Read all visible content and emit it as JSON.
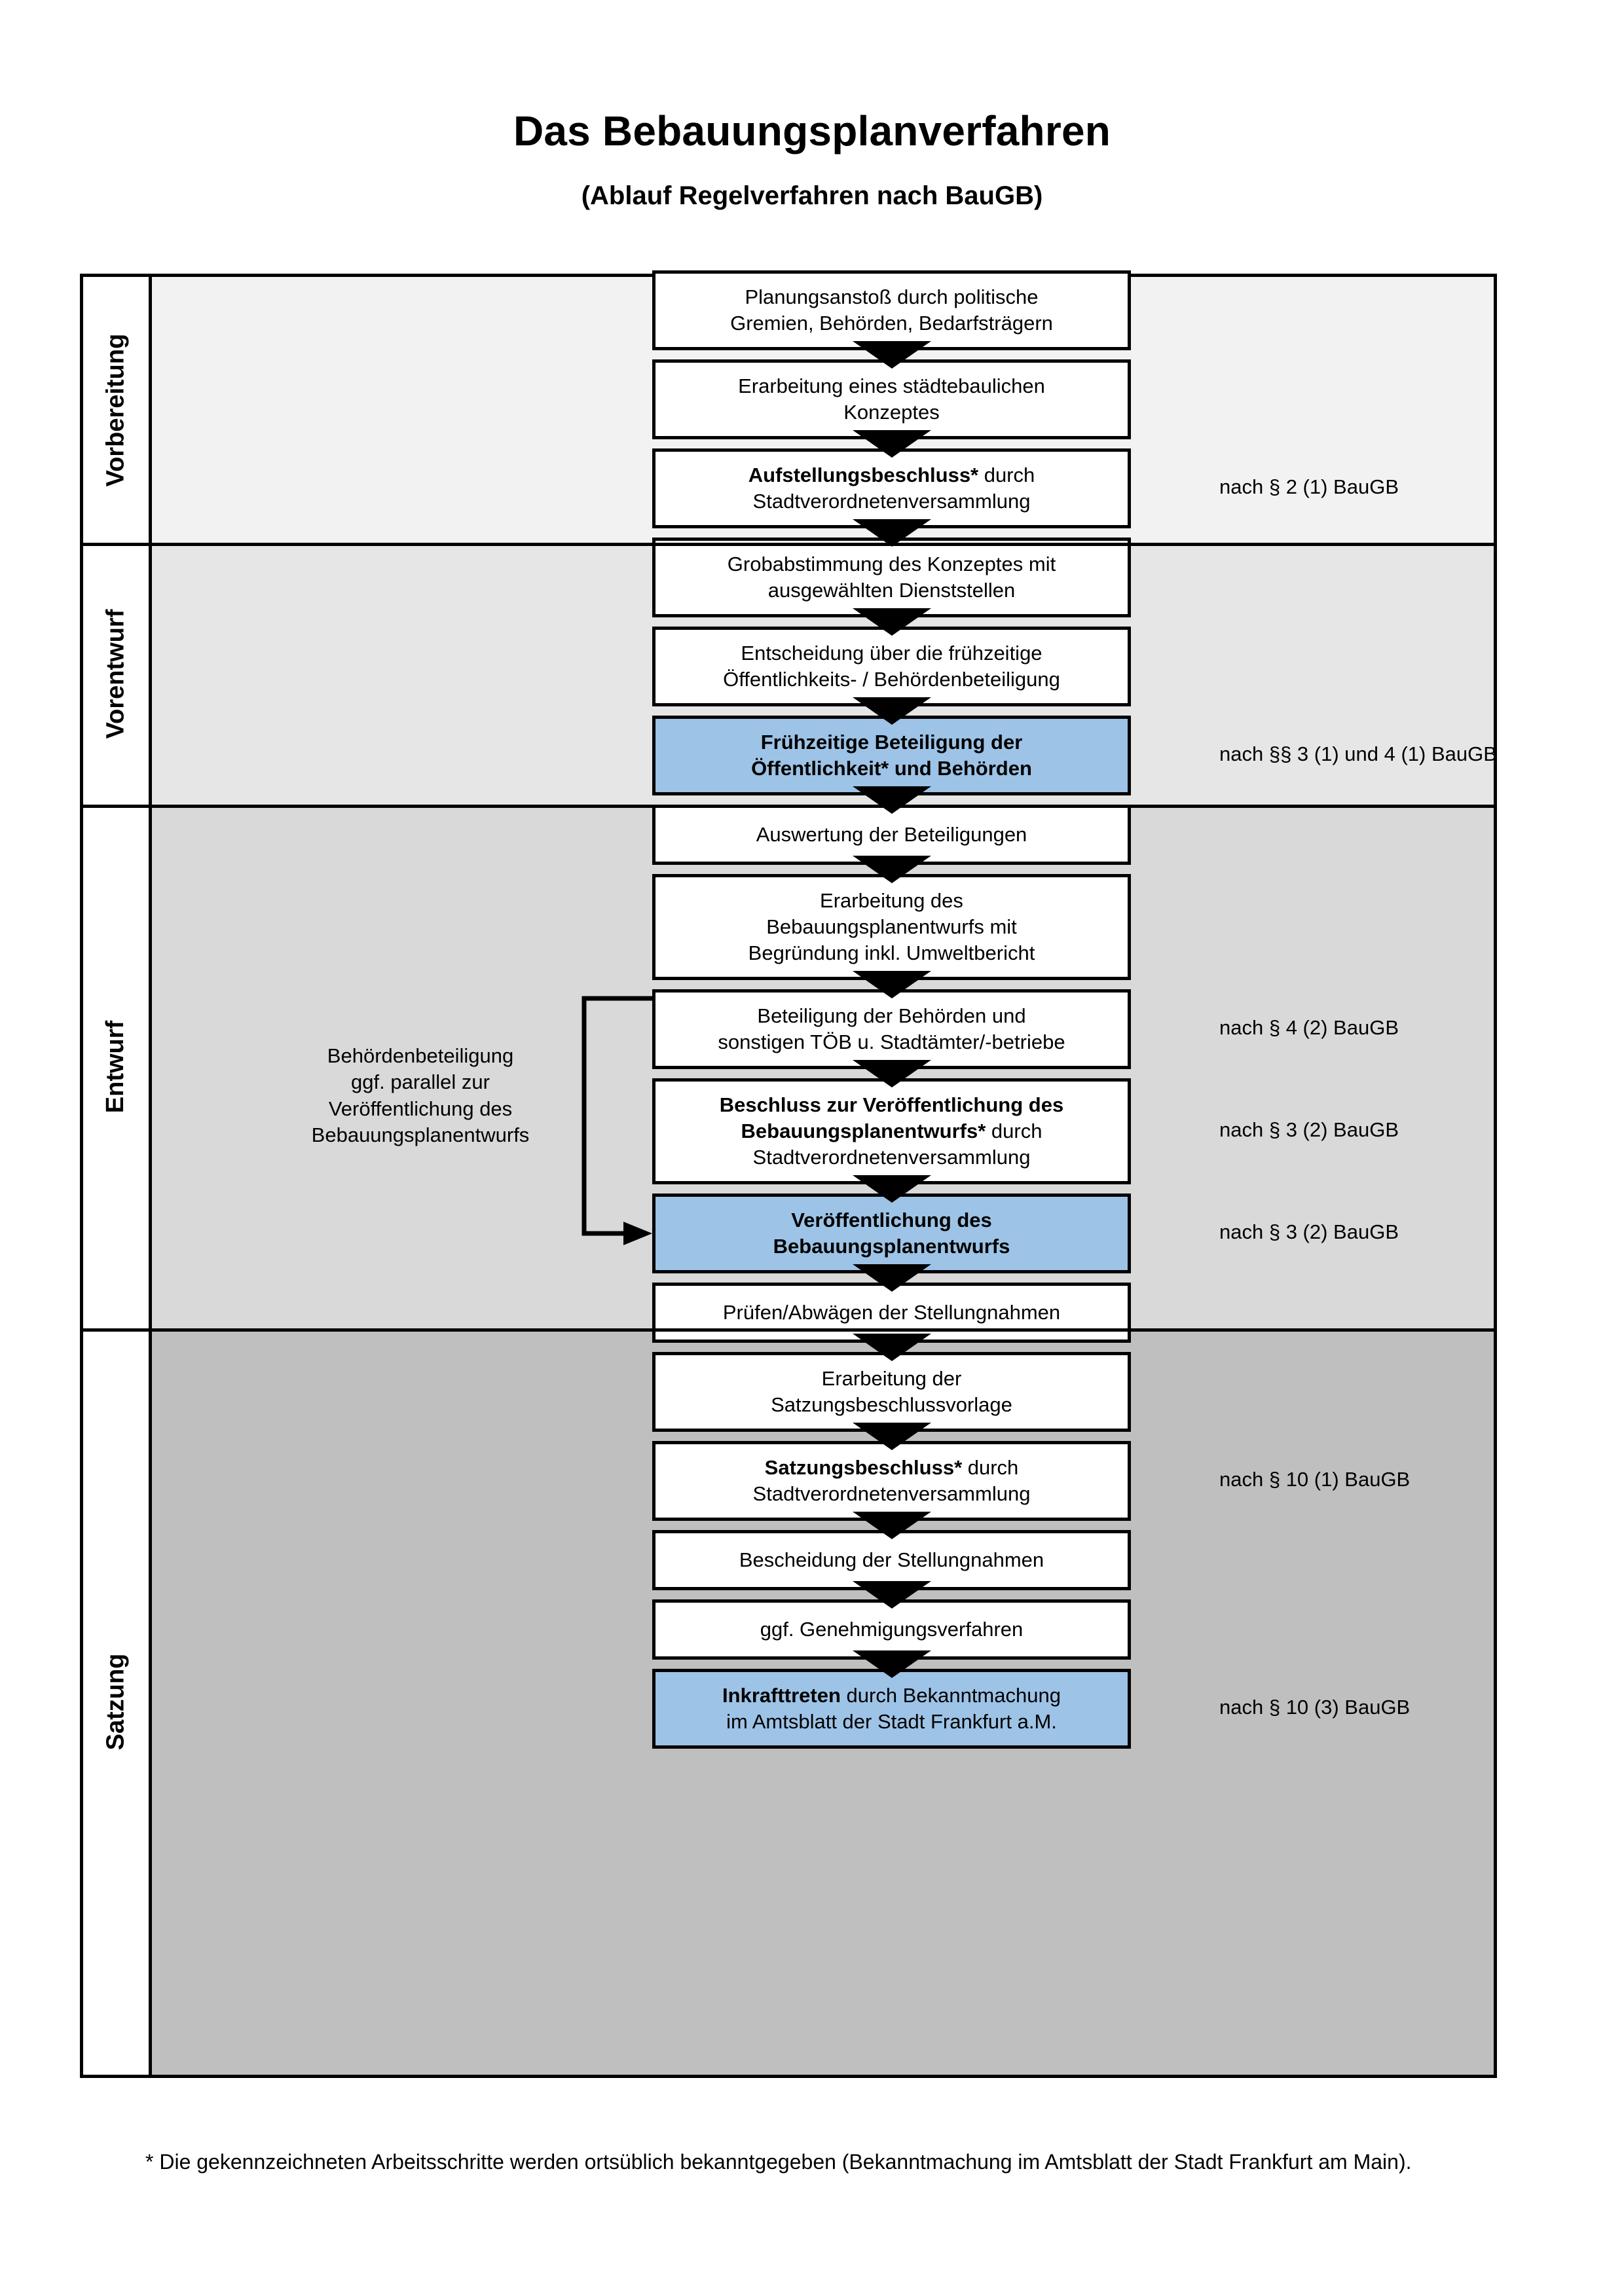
{
  "header": {
    "title": "Das Bebauungsplanverfahren",
    "subtitle": "(Ablauf Regelverfahren nach BauGB)"
  },
  "phases": [
    {
      "label": "Vorbereitung",
      "band_color": "#f2f2f2"
    },
    {
      "label": "Vorentwurf",
      "band_color": "#e6e6e6"
    },
    {
      "label": "Entwurf",
      "band_color": "#d9d9d9"
    },
    {
      "label": "Satzung",
      "band_color": "#bfbfbf"
    }
  ],
  "nodes": [
    {
      "id": "n1",
      "phase": "Vorbereitung",
      "highlight": false,
      "lines": [
        {
          "text": "Planungsanstoß durch politische",
          "bold": false
        },
        {
          "text": "Gremien, Behörden, Bedarfsträgern",
          "bold": false
        }
      ]
    },
    {
      "id": "n2",
      "phase": "Vorbereitung",
      "highlight": false,
      "lines": [
        {
          "text": "Erarbeitung eines städtebaulichen",
          "bold": false
        },
        {
          "text": "Konzeptes",
          "bold": false
        }
      ]
    },
    {
      "id": "n3",
      "phase": "Vorbereitung",
      "highlight": false,
      "lines": [
        {
          "text": "Aufstellungsbeschluss*",
          "bold": true,
          "suffix": " durch"
        },
        {
          "text": "Stadtverordnetenversammlung",
          "bold": false
        }
      ]
    },
    {
      "id": "n4",
      "phase": "Vorentwurf",
      "highlight": false,
      "lines": [
        {
          "text": "Grobabstimmung des Konzeptes mit",
          "bold": false
        },
        {
          "text": "ausgewählten Dienststellen",
          "bold": false
        }
      ]
    },
    {
      "id": "n5",
      "phase": "Vorentwurf",
      "highlight": false,
      "lines": [
        {
          "text": "Entscheidung über die frühzeitige",
          "bold": false
        },
        {
          "text": "Öffentlichkeits- / Behördenbeteiligung",
          "bold": false
        }
      ]
    },
    {
      "id": "n6",
      "phase": "Vorentwurf",
      "highlight": true,
      "lines": [
        {
          "text": "Frühzeitige Beteiligung der",
          "bold": true
        },
        {
          "text": "Öffentlichkeit* und Behörden",
          "bold": true
        }
      ]
    },
    {
      "id": "n7",
      "phase": "Entwurf",
      "highlight": false,
      "lines": [
        {
          "text": "Auswertung der Beteiligungen",
          "bold": false
        }
      ]
    },
    {
      "id": "n8",
      "phase": "Entwurf",
      "highlight": false,
      "lines": [
        {
          "text": "Erarbeitung des",
          "bold": false
        },
        {
          "text": "Bebauungsplanentwurfs mit",
          "bold": false
        },
        {
          "text": "Begründung inkl. Umweltbericht",
          "bold": false
        }
      ]
    },
    {
      "id": "n9",
      "phase": "Entwurf",
      "highlight": false,
      "lines": [
        {
          "text": "Beteiligung der Behörden und",
          "bold": false
        },
        {
          "text": "sonstigen TÖB u. Stadtämter/-betriebe",
          "bold": false
        }
      ]
    },
    {
      "id": "n10",
      "phase": "Entwurf",
      "highlight": false,
      "lines": [
        {
          "text": "Beschluss zur Veröffentlichung des",
          "bold": true
        },
        {
          "text": "Bebauungsplanentwurfs*",
          "bold": true,
          "suffix": " durch"
        },
        {
          "text": "Stadtverordnetenversammlung",
          "bold": false
        }
      ]
    },
    {
      "id": "n11",
      "phase": "Entwurf",
      "highlight": true,
      "lines": [
        {
          "text": "Veröffentlichung des",
          "bold": true
        },
        {
          "text": "Bebauungsplanentwurfs",
          "bold": true
        }
      ]
    },
    {
      "id": "n12",
      "phase": "Satzung",
      "highlight": false,
      "lines": [
        {
          "text": "Prüfen/Abwägen der Stellungnahmen",
          "bold": false
        }
      ]
    },
    {
      "id": "n13",
      "phase": "Satzung",
      "highlight": false,
      "lines": [
        {
          "text": "Erarbeitung der",
          "bold": false
        },
        {
          "text": "Satzungsbeschlussvorlage",
          "bold": false
        }
      ]
    },
    {
      "id": "n14",
      "phase": "Satzung",
      "highlight": false,
      "lines": [
        {
          "text": "Satzungsbeschluss*",
          "bold": true,
          "suffix": " durch"
        },
        {
          "text": "Stadtverordnetenversammlung",
          "bold": false
        }
      ]
    },
    {
      "id": "n15",
      "phase": "Satzung",
      "highlight": false,
      "lines": [
        {
          "text": "Bescheidung der Stellungnahmen",
          "bold": false
        }
      ]
    },
    {
      "id": "n16",
      "phase": "Satzung",
      "highlight": false,
      "lines": [
        {
          "text": "ggf. Genehmigungsverfahren",
          "bold": false
        }
      ]
    },
    {
      "id": "n17",
      "phase": "Satzung",
      "highlight": true,
      "lines": [
        {
          "text": "Inkrafttreten",
          "bold": true,
          "suffix": " durch Bekanntmachung"
        },
        {
          "text": "im Amtsblatt der Stadt Frankfurt a.M.",
          "bold": false
        }
      ]
    }
  ],
  "references": [
    {
      "id": "r1",
      "text": "nach § 2 (1) BauGB",
      "for_node": "n3"
    },
    {
      "id": "r2",
      "text": "nach §§ 3 (1) und 4 (1) BauGB",
      "for_node": "n6"
    },
    {
      "id": "r3",
      "text": "nach § 4 (2) BauGB",
      "for_node": "n9"
    },
    {
      "id": "r4",
      "text": "nach § 3 (2) BauGB",
      "for_node": "n10"
    },
    {
      "id": "r5",
      "text": "nach § 3 (2) BauGB",
      "for_node": "n11"
    },
    {
      "id": "r6",
      "text": "nach § 10 (1) BauGB",
      "for_node": "n14"
    },
    {
      "id": "r7",
      "text": "nach § 10 (3) BauGB",
      "for_node": "n17"
    }
  ],
  "side_note": {
    "lines": [
      "Behördenbeteiligung",
      "ggf. parallel zur",
      "Veröffentlichung des",
      "Bebauungsplanentwurfs"
    ]
  },
  "footnote": {
    "text": "* Die gekennzeichneten Arbeitsschritte werden ortsüblich bekanntgegeben (Bekanntmachung im Amtsblatt  der Stadt Frankfurt am Main)."
  },
  "colors": {
    "highlight": "#9dc3e6",
    "line": "#000000",
    "node_fill": "#ffffff"
  }
}
